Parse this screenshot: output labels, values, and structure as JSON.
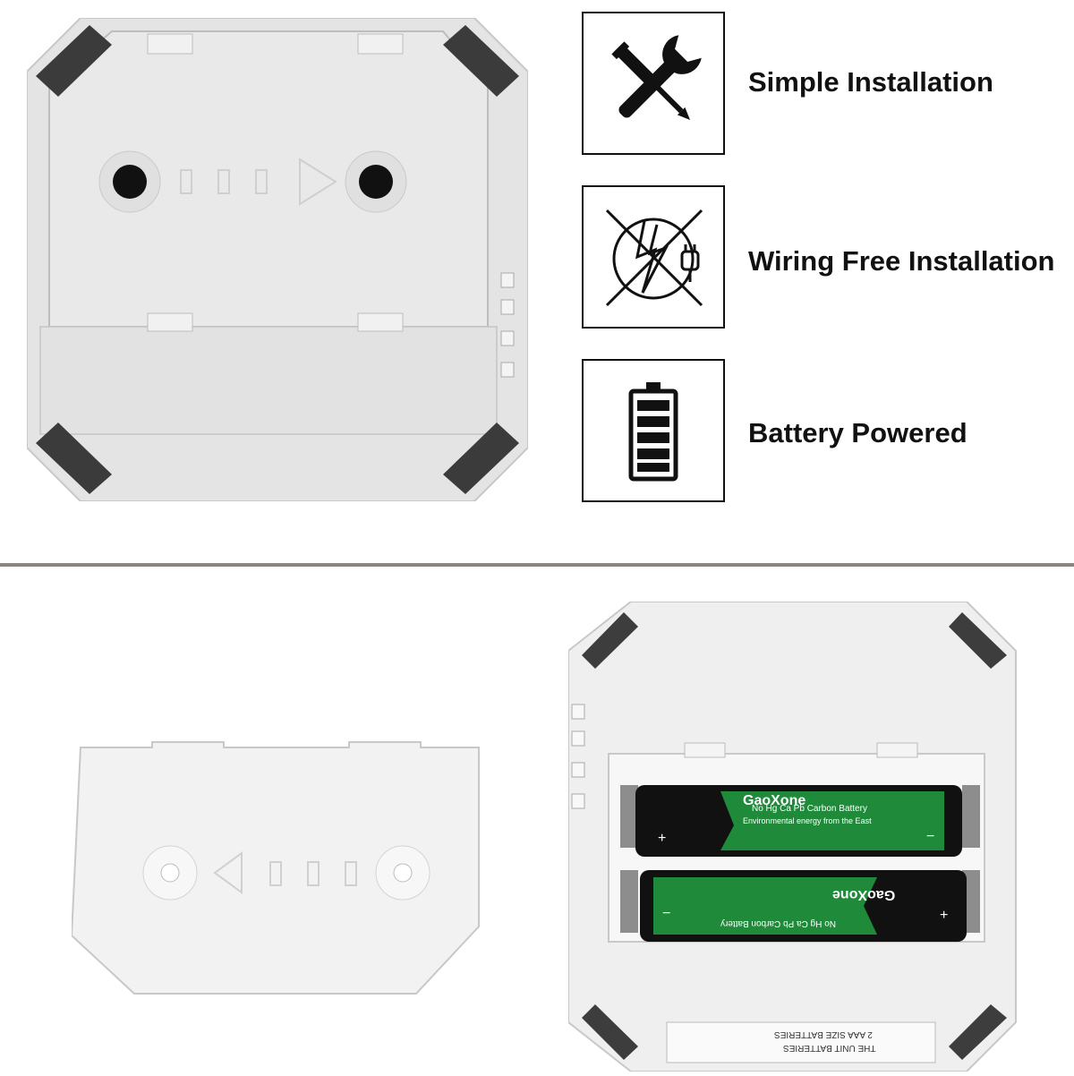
{
  "features": [
    {
      "icon": "wrench-screwdriver-icon",
      "label": "Simple Installation"
    },
    {
      "icon": "no-wiring-plug-icon",
      "label": "Wiring Free Installation"
    },
    {
      "icon": "battery-icon",
      "label": "Battery Powered"
    }
  ],
  "batteries": {
    "brand": "GaoXone",
    "top_text": "No Hg Ca Pb Carbon Battery",
    "top_slogan": "Environmental energy from the East",
    "bottom_text": "No Hg Ca Pb Carbon Battery",
    "plus": "+",
    "minus": "−"
  },
  "label_strip": {
    "line1": "2 AAA SIZE BATTERIES",
    "line2": "THE UNIT BATTERIES"
  },
  "colors": {
    "divider": "#8a8580",
    "battery_green": "#1f8a3a",
    "battery_black": "#111111",
    "device_body": "#e6e6e6"
  }
}
